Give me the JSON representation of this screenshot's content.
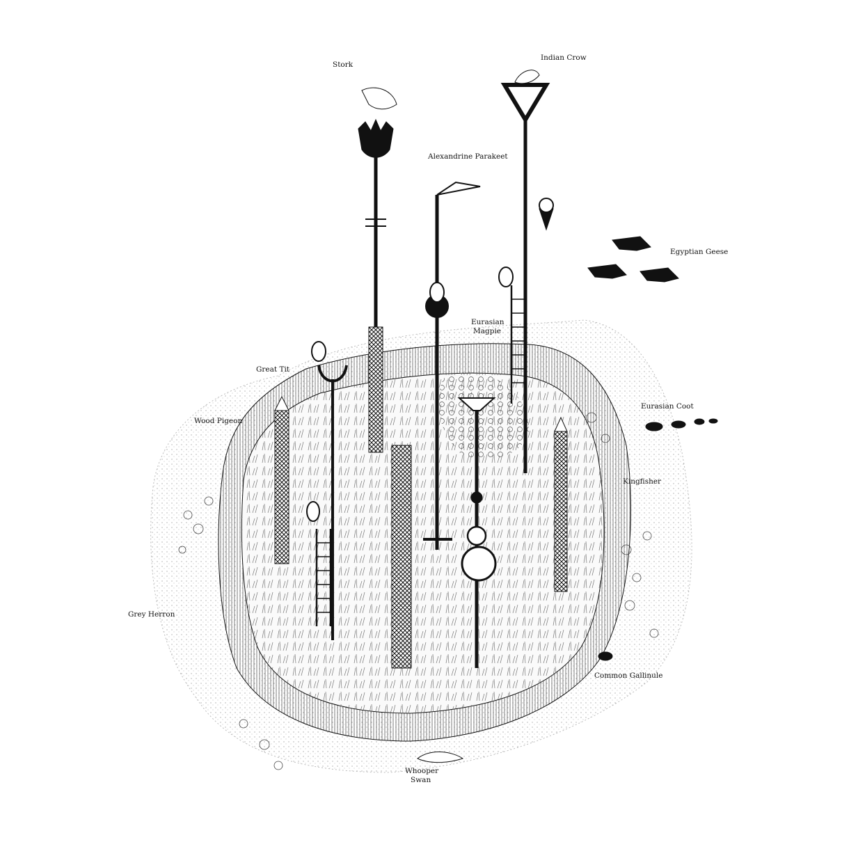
{
  "labels": {
    "stork": "Stork",
    "indian_crow": "Indian Crow",
    "alexandrine_parakeet": "Alexandrine Parakeet",
    "egyptian_geese": "Egyptian Geese",
    "eurasian_magpie_1": "Eurasian",
    "eurasian_magpie_2": "Magpie",
    "great_tit": "Great Tit",
    "wood_pigeon": "Wood Pigeon",
    "eurasian_coot": "Eurasian Coot",
    "kingfisher": "Kingfisher",
    "grey_herron": "Grey Herron",
    "common_gallinule": "Common Gallinule",
    "whooper_swan_1": "Whooper",
    "whooper_swan_2": "Swan"
  },
  "colors": {
    "ink": "#111111",
    "hatch": "#555555",
    "water": "#bbbbbb"
  }
}
